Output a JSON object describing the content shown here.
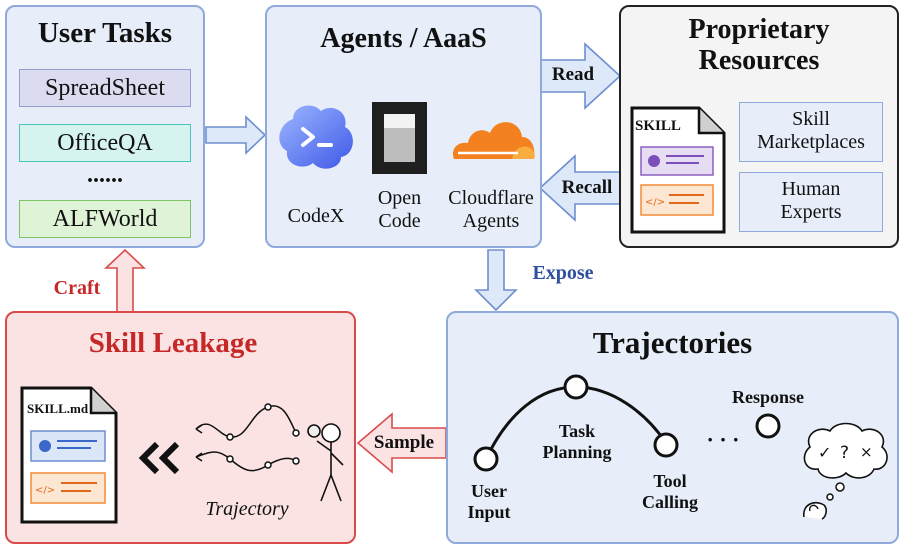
{
  "user_tasks": {
    "title": "User Tasks",
    "items": [
      "SpreadSheet",
      "OfficeQA",
      "......",
      "ALFWorld"
    ]
  },
  "agents": {
    "title": "Agents / AaaS",
    "items": [
      {
        "name": "CodeX",
        "icon": "codex-icon"
      },
      {
        "name": "Open\nCode",
        "icon": "opencode-icon"
      },
      {
        "name": "Cloudflare\nAgents",
        "icon": "cloudflare-icon"
      }
    ]
  },
  "proprietary": {
    "title": "Proprietary\nResources",
    "skill_doc": "SKILL",
    "boxes": [
      "Skill\nMarketplaces",
      "Human\nExperts"
    ]
  },
  "trajectories": {
    "title": "Trajectories",
    "nodes": [
      "User\nInput",
      "Task\nPlanning",
      "Tool\nCalling",
      "Response"
    ],
    "ellipsis": "· · ·"
  },
  "leakage": {
    "title": "Skill Leakage",
    "skill_doc": "SKILL.md",
    "trajectory_label": "Trajectory"
  },
  "arrows": {
    "read": "Read",
    "recall": "Recall",
    "expose": "Expose",
    "sample": "Sample",
    "craft": "Craft"
  },
  "colors": {
    "panel_blue": "#e7eef9",
    "panel_red": "#fbe3e3",
    "accent_red": "#c62828",
    "accent_blue": "#2f4f9f",
    "arrow_fill": "#dde8f8",
    "arrow_stroke": "#6d8fd0"
  }
}
